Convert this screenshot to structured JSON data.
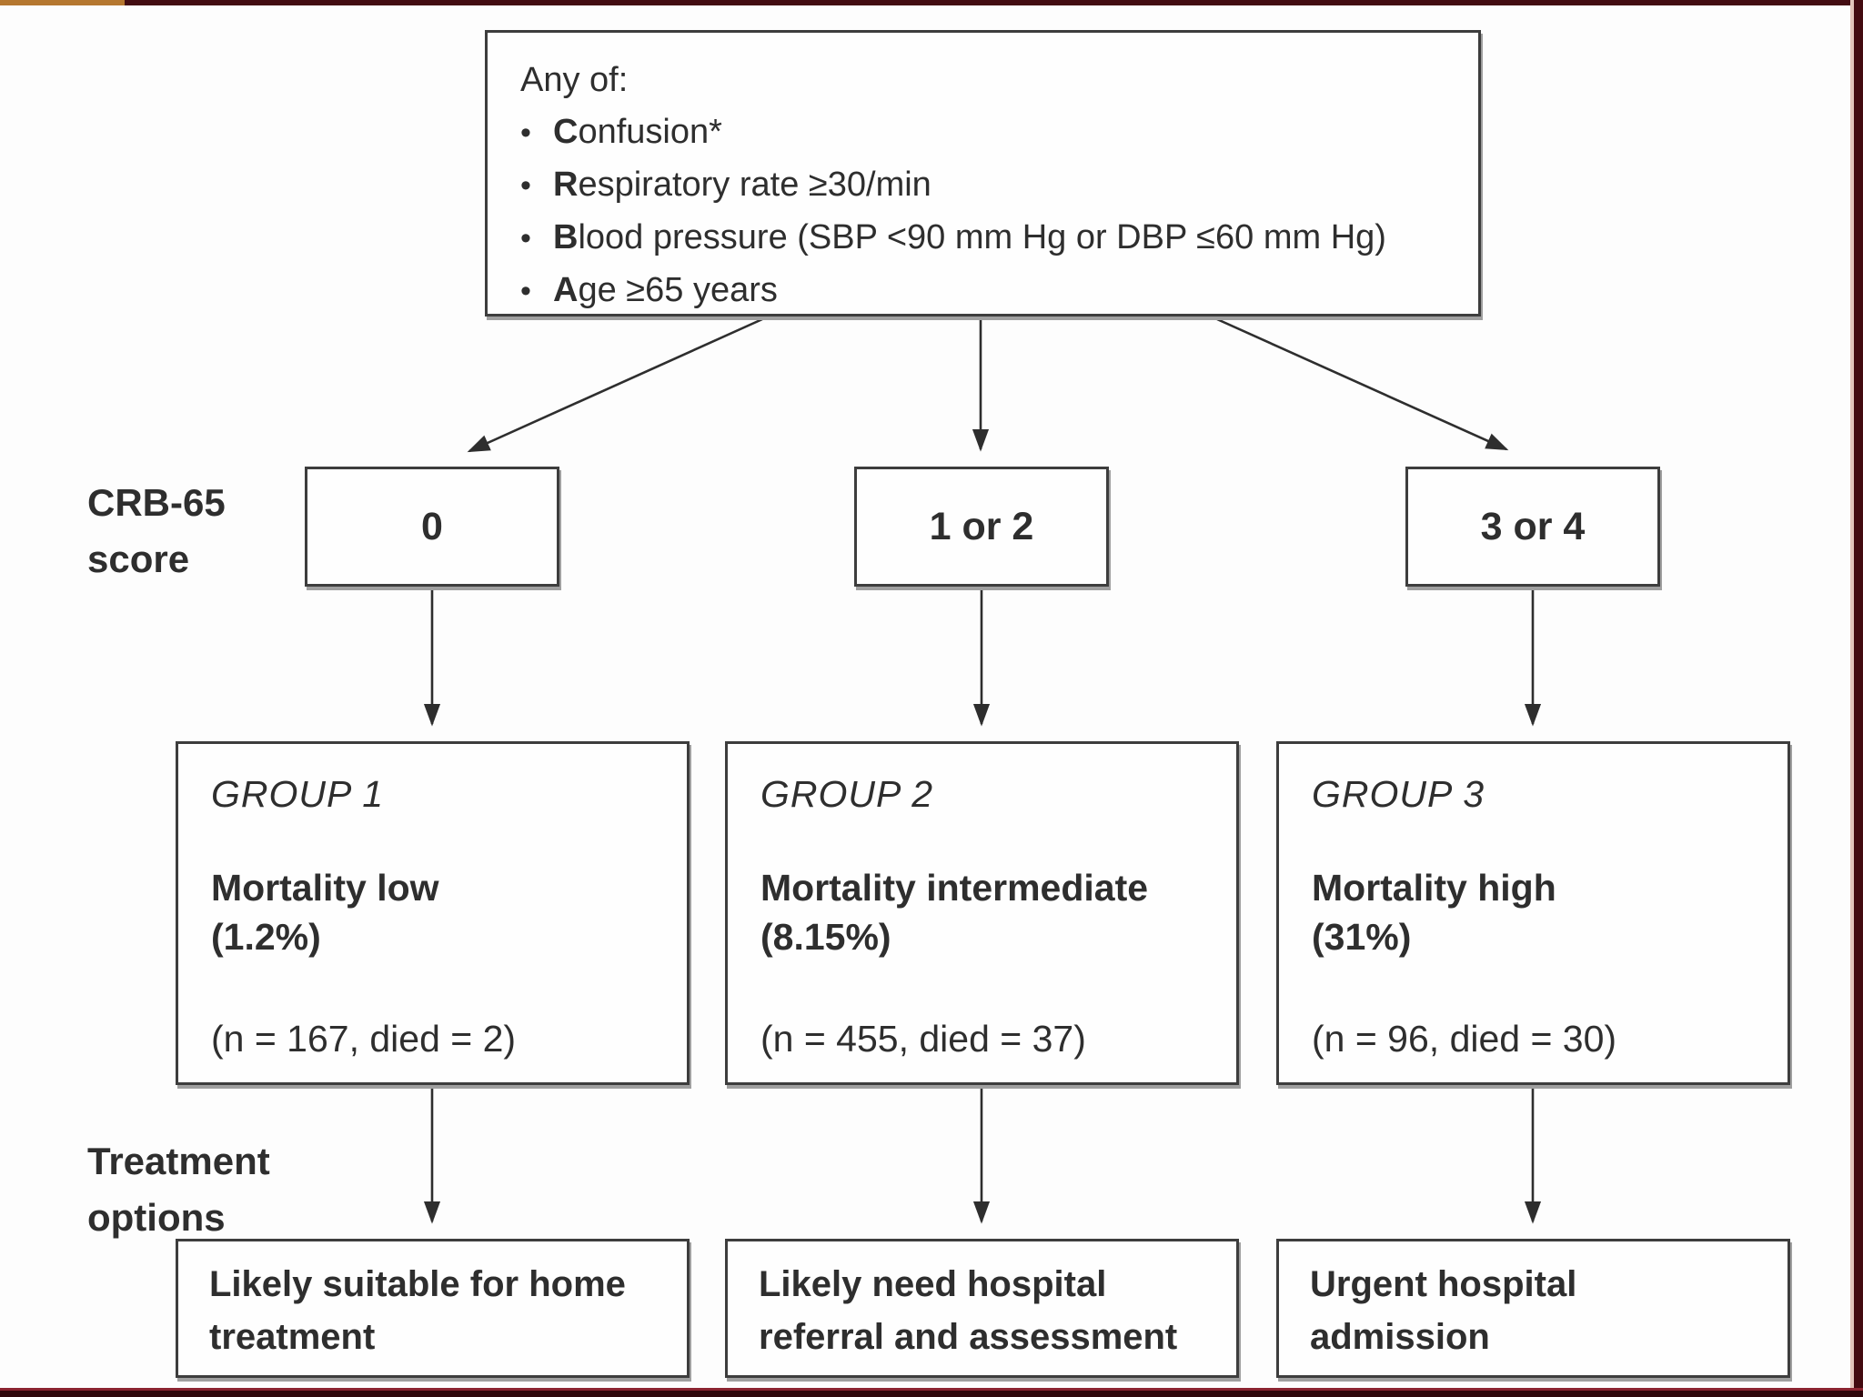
{
  "frame": {
    "accent_color": "#b5772f",
    "border_color": "#430c12"
  },
  "criteria_box": {
    "bullet": "•",
    "intro": "Any of:",
    "items": [
      {
        "bold": "C",
        "rest": "onfusion*"
      },
      {
        "bold": "R",
        "rest": "espiratory rate ≥30/min"
      },
      {
        "bold": "B",
        "rest": "lood pressure (SBP <90 mm Hg or DBP ≤60 mm Hg)"
      },
      {
        "bold": "A",
        "rest": "ge ≥65 years"
      }
    ]
  },
  "score_label": {
    "line1": "CRB-65",
    "line2": "score"
  },
  "score_boxes": [
    {
      "value": "0"
    },
    {
      "value": "1 or 2"
    },
    {
      "value": "3 or 4"
    }
  ],
  "groups": [
    {
      "name": "GROUP 1",
      "mortality": "Mortality low",
      "rate": "(1.2%)",
      "stats": "(n = 167, died = 2)"
    },
    {
      "name": "GROUP 2",
      "mortality": "Mortality intermediate",
      "rate": "(8.15%)",
      "stats": "(n = 455, died = 37)"
    },
    {
      "name": "GROUP 3",
      "mortality": "Mortality high",
      "rate": "(31%)",
      "stats": "(n = 96, died = 30)"
    }
  ],
  "treatment_label": {
    "line1": "Treatment",
    "line2": "options"
  },
  "treatment_boxes": [
    {
      "line1": "Likely suitable for home",
      "line2": "treatment"
    },
    {
      "line1": "Likely need hospital",
      "line2": "referral and assessment"
    },
    {
      "line1": "Urgent hospital",
      "line2": "admission"
    }
  ]
}
